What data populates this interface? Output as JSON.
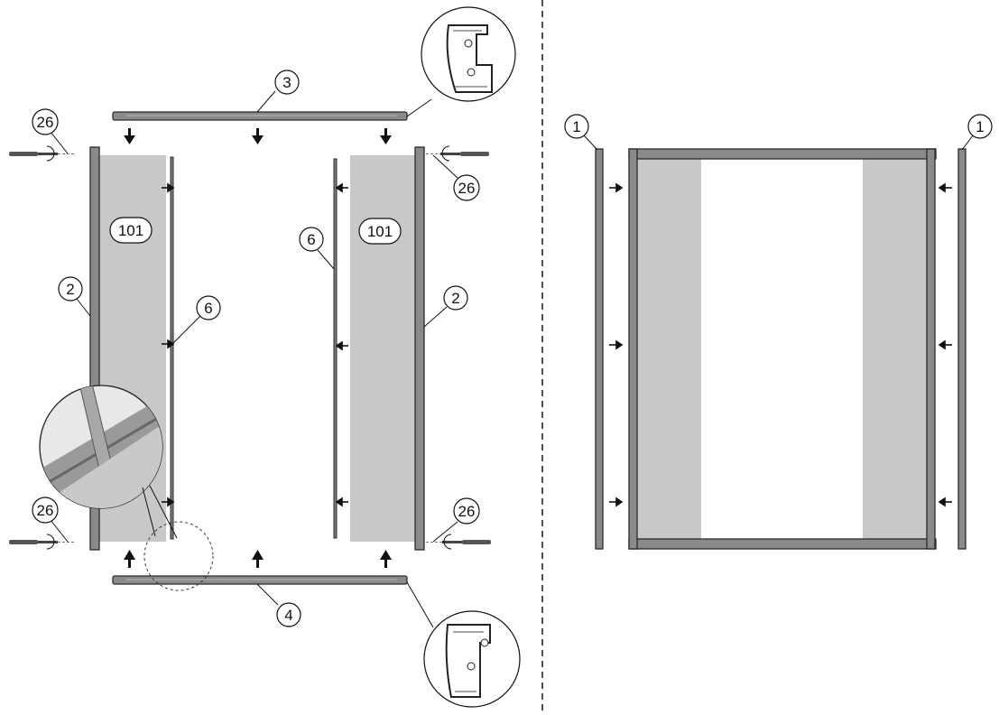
{
  "callouts": {
    "c1_left": "1",
    "c1_right": "1",
    "c2_left": "2",
    "c2_right": "2",
    "c3": "3",
    "c4": "4",
    "c6_left": "6",
    "c6_right": "6",
    "c26_tl": "26",
    "c26_tr": "26",
    "c26_bl": "26",
    "c26_br": "26"
  },
  "labels": {
    "panel_left": "101",
    "panel_right": "101"
  },
  "colors": {
    "frame": "#8a8a8a",
    "panel": "#c8c8c8",
    "outline": "#2a2a2a"
  }
}
